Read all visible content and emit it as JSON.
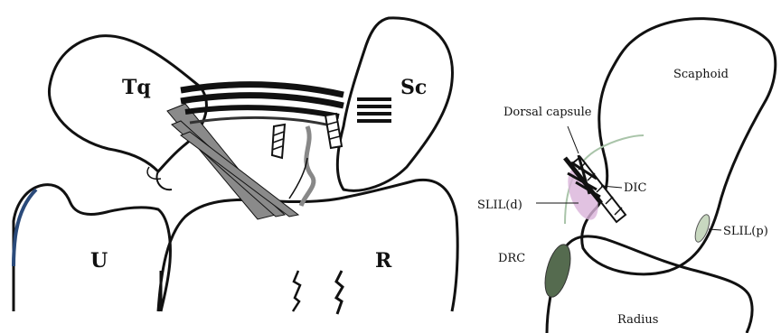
{
  "left_figure": {
    "labels": {
      "triquetrum": "Tq",
      "scaphoid": "Sc",
      "ulna": "U",
      "radius": "R"
    }
  },
  "right_figure": {
    "labels": {
      "scaphoid": "Scaphoid",
      "dorsal_capsule": "Dorsal capsule",
      "dic": "DIC",
      "slil_d": "SLIL(d)",
      "slil_p": "SLIL(p)",
      "drc": "DRC",
      "radius": "Radius"
    }
  },
  "colors": {
    "outline": "#111111",
    "ligament_gray": "#8a8a8a",
    "ulna_edge": "#2a4a7a",
    "capsule_pink": "#d9b3d9",
    "capsule_arc": "#a9c4a9",
    "drc_green": "#556b4f",
    "slil_p_green": "#c8d8c0"
  }
}
